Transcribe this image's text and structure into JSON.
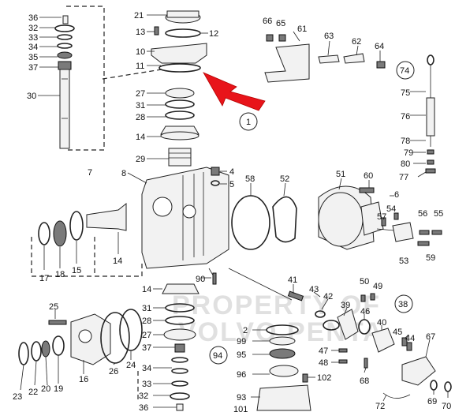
{
  "diagram": {
    "watermark_lines": [
      "PROPERTY OF",
      "VOLVO PENTA"
    ],
    "callouts": [
      "36",
      "32",
      "33",
      "34",
      "35",
      "37",
      "30",
      "7",
      "21",
      "13",
      "12",
      "10",
      "11",
      "1",
      "27",
      "31",
      "28",
      "14",
      "29",
      "8",
      "4",
      "5",
      "58",
      "52",
      "51",
      "60",
      "6",
      "54",
      "57",
      "56",
      "55",
      "53",
      "59",
      "66",
      "65",
      "61",
      "63",
      "62",
      "64",
      "74",
      "75",
      "76",
      "78",
      "79",
      "80",
      "77",
      "17",
      "18",
      "15",
      "14",
      "90",
      "25",
      "23",
      "22",
      "20",
      "19",
      "16",
      "26",
      "24",
      "14",
      "31",
      "28",
      "27",
      "37",
      "34",
      "33",
      "32",
      "36",
      "94",
      "2",
      "99",
      "95",
      "96",
      "93",
      "101",
      "102",
      "41",
      "43",
      "42",
      "39",
      "50",
      "49",
      "38",
      "46",
      "40",
      "45",
      "44",
      "67",
      "47",
      "48",
      "68",
      "72",
      "69",
      "70"
    ],
    "colors": {
      "arrow": "#e8141a",
      "line": "#222222",
      "watermark": "#c8c8c8"
    }
  }
}
